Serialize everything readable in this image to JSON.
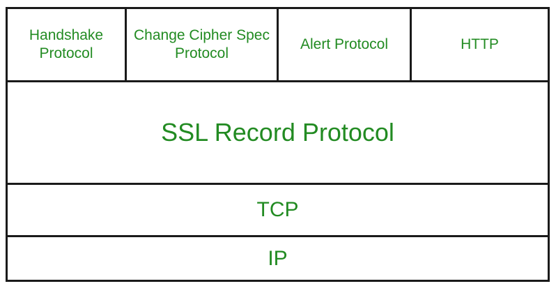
{
  "colors": {
    "text": "#228B22",
    "border": "#1a1a1a",
    "background": "#ffffff"
  },
  "diagram": {
    "type": "protocol-stack",
    "top_row": [
      {
        "label": "Handshake Protocol"
      },
      {
        "label": "Change Cipher Spec Protocol"
      },
      {
        "label": "Alert Protocol"
      },
      {
        "label": "HTTP"
      }
    ],
    "layers": [
      {
        "label": "SSL Record Protocol"
      },
      {
        "label": "TCP"
      },
      {
        "label": "IP"
      }
    ]
  }
}
